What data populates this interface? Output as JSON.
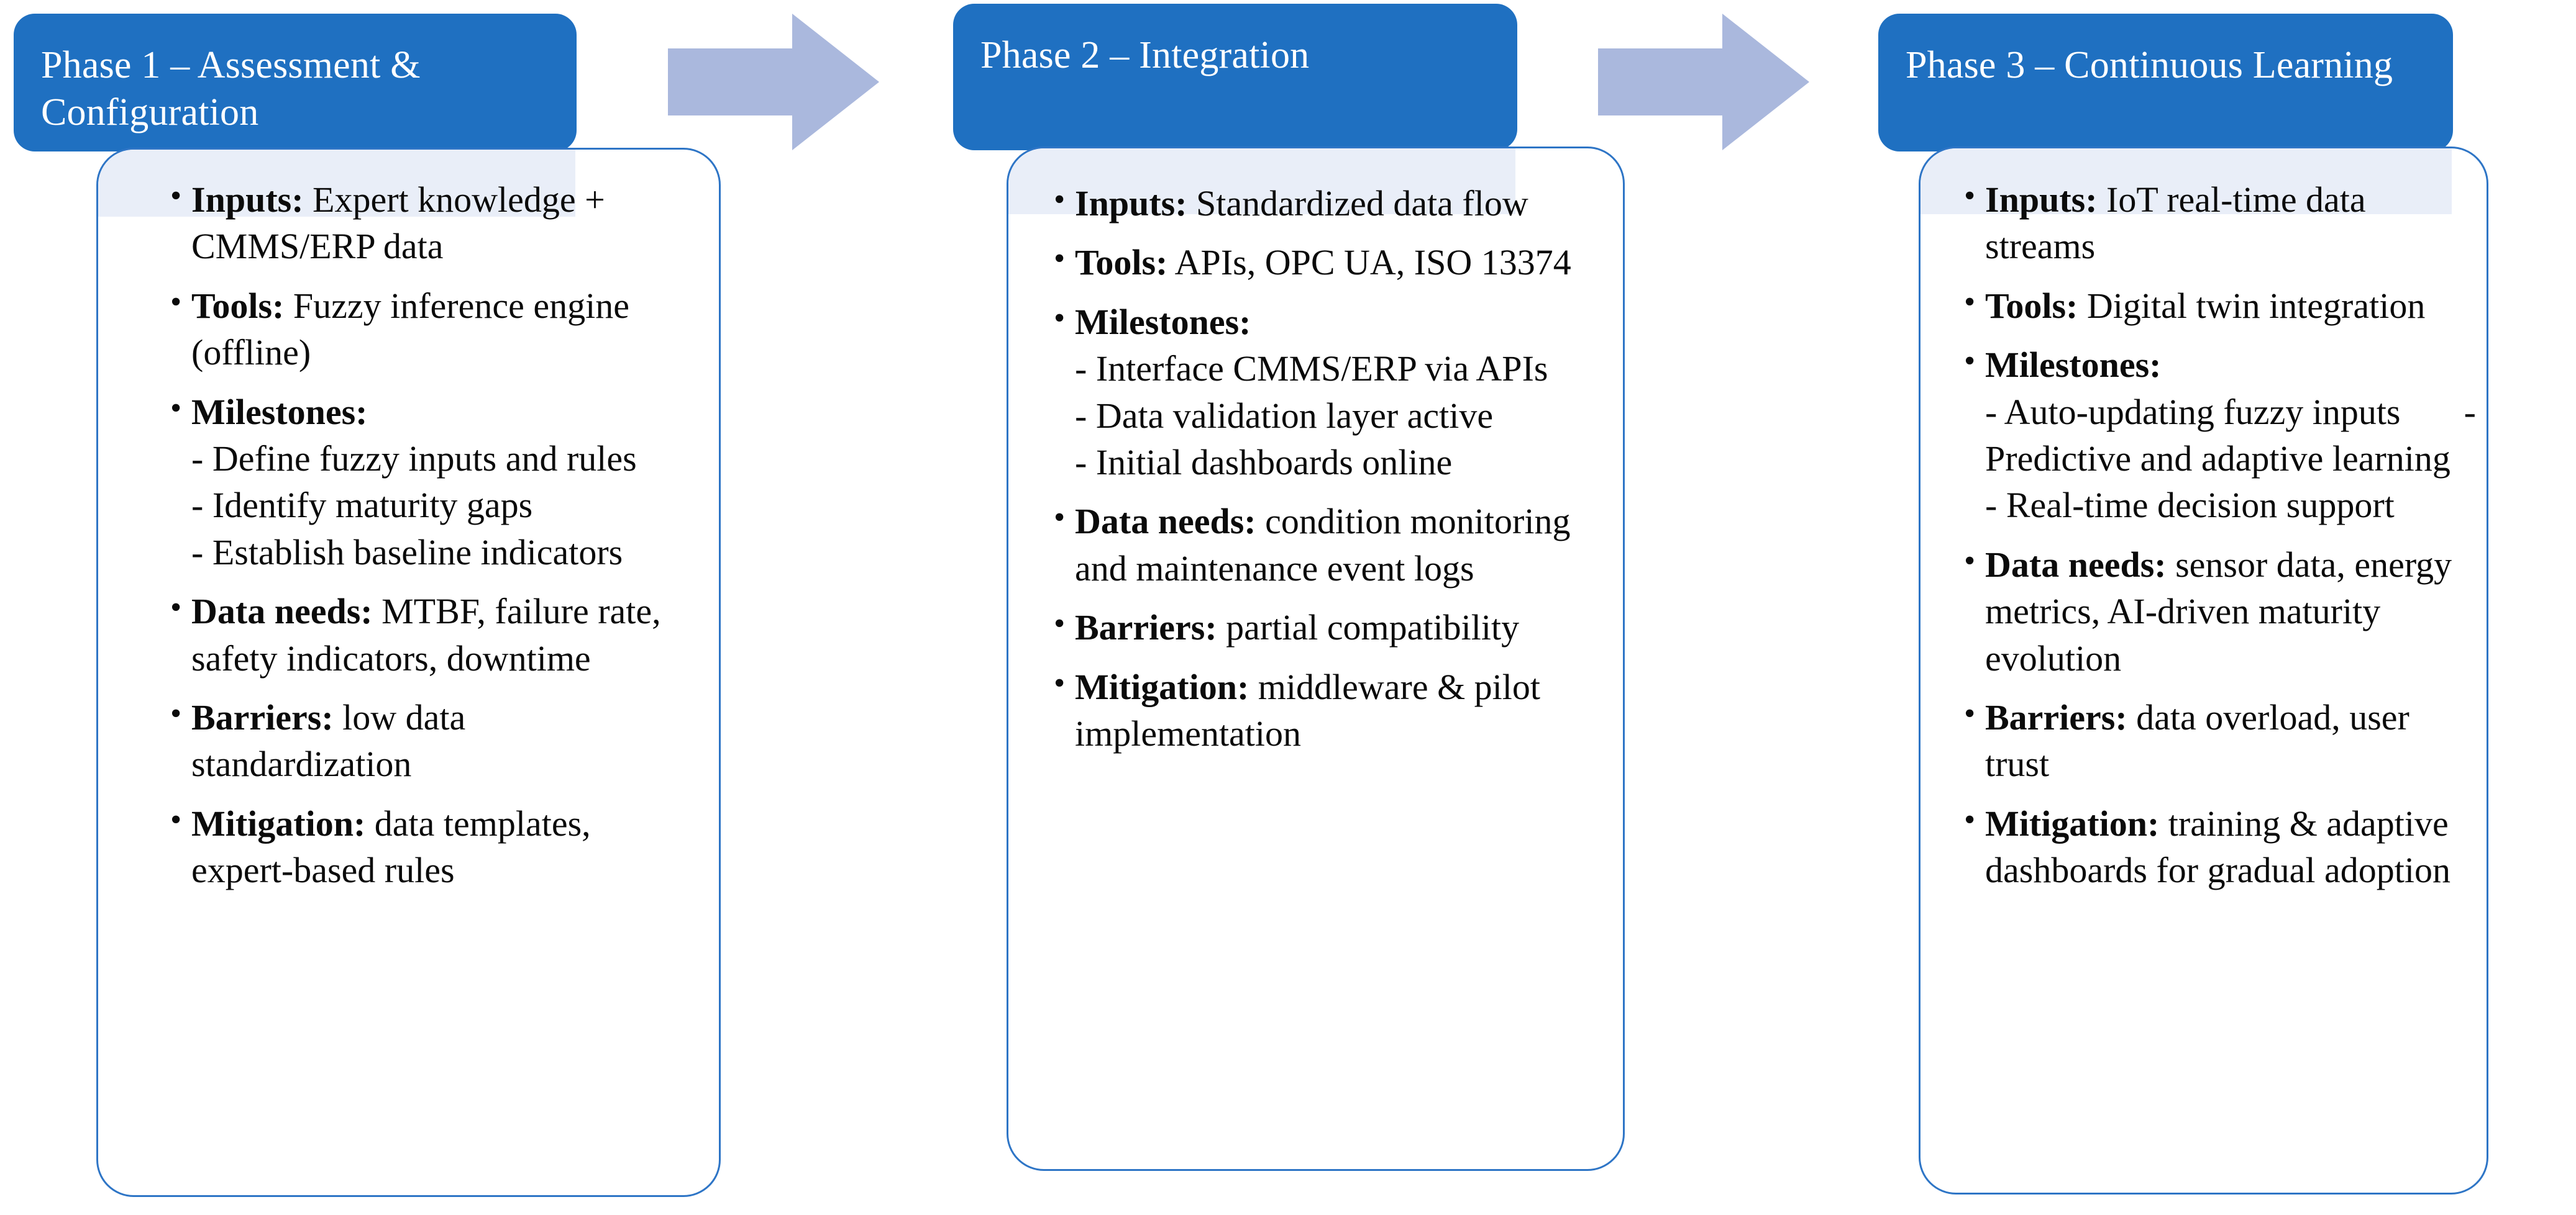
{
  "colors": {
    "header_blue": "#1F70C1",
    "card_border": "#2E75C6",
    "arrow_fill": "#AAB8DD",
    "overlap_tint": "#E9EEF8",
    "text": "#0b0b0b",
    "header_text": "#FFFFFF"
  },
  "phases": [
    {
      "header": "Phase 1 – Assessment & Configuration",
      "items": [
        {
          "label": "Inputs:",
          "text": " Expert knowledge + CMMS/ERP data"
        },
        {
          "label": "Tools:",
          "text": " Fuzzy inference engine (offline)"
        },
        {
          "label": "Milestones:",
          "text": "",
          "indent": true,
          "sub": [
            "- Define fuzzy inputs and rules",
            "- Identify maturity gaps",
            "- Establish baseline indicators"
          ]
        },
        {
          "label": "Data needs:",
          "text": " MTBF, failure rate, safety indicators, downtime"
        },
        {
          "label": "Barriers:",
          "text": " low data standardization"
        },
        {
          "label": "Mitigation:",
          "text": " data templates, expert-based rules"
        }
      ]
    },
    {
      "header": "Phase 2 – Integration",
      "items": [
        {
          "label": "Inputs:",
          "text": " Standardized data flow"
        },
        {
          "label": "Tools:",
          "text": " APIs, OPC UA, ISO 13374"
        },
        {
          "label": "Milestones:",
          "text": "",
          "indent": true,
          "sub": [
            "- Interface CMMS/ERP via APIs",
            "- Data validation layer active",
            "- Initial dashboards online"
          ]
        },
        {
          "label": "Data needs:",
          "text": " condition monitoring and maintenance event logs"
        },
        {
          "label": "Barriers:",
          "text": " partial compatibility"
        },
        {
          "label": "Mitigation:",
          "text": " middleware & pilot implementation"
        }
      ]
    },
    {
      "header": "Phase 3 – Continuous Learning",
      "items": [
        {
          "label": "Inputs:",
          "text": " IoT real-time data streams"
        },
        {
          "label": "Tools:",
          "text": " Digital twin integration"
        },
        {
          "label": "Milestones:",
          "text": "",
          "indent": true,
          "sub": [
            "- Auto-updating fuzzy inputs",
            "-",
            "Predictive and adaptive learning",
            "- Real-time decision support"
          ]
        },
        {
          "label": "Data needs:",
          "text": " sensor data, energy metrics, AI-driven maturity evolution"
        },
        {
          "label": "Barriers:",
          "text": " data overload, user trust"
        },
        {
          "label": "Mitigation:",
          "text": " training & adaptive dashboards for gradual adoption"
        }
      ]
    }
  ],
  "arrows": [
    {
      "name": "arrow-phase1-to-phase2"
    },
    {
      "name": "arrow-phase2-to-phase3"
    }
  ]
}
